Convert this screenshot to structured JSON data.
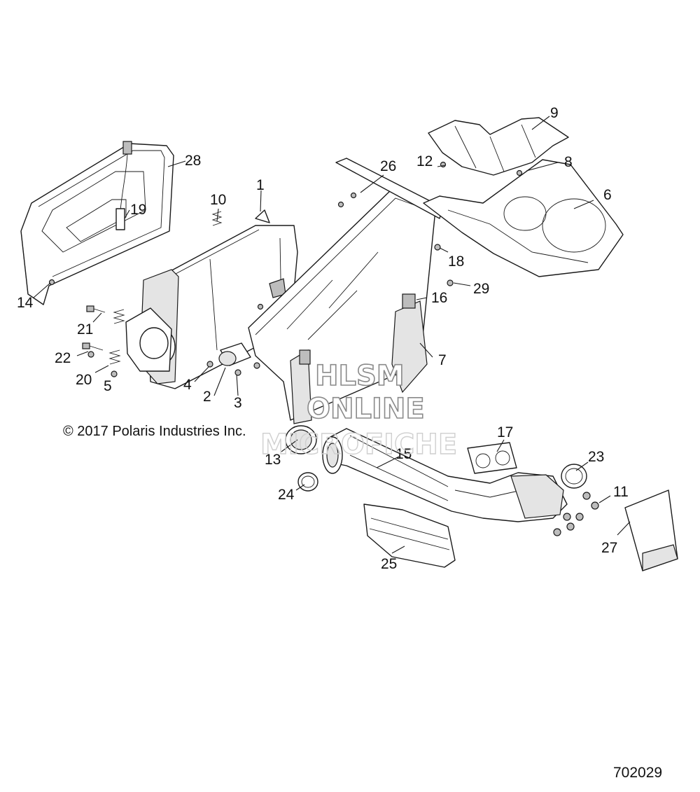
{
  "copyright": "© 2017 Polaris Industries Inc.",
  "diagram_id": "702029",
  "watermark": {
    "line1": "HLSM",
    "line2": "ONLINE",
    "line3": "MICROFICHE"
  },
  "callouts": [
    "1",
    "2",
    "3",
    "4",
    "5",
    "6",
    "7",
    "8",
    "9",
    "10",
    "11",
    "12",
    "13",
    "14",
    "15",
    "16",
    "17",
    "18",
    "19",
    "20",
    "21",
    "22",
    "23",
    "24",
    "25",
    "26",
    "27",
    "28",
    "29"
  ]
}
